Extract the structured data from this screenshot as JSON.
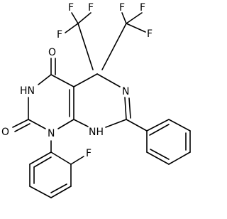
{
  "structure": {
    "atoms": {
      "F_a": "F",
      "F_b": "F",
      "F_c": "F",
      "F_d": "F",
      "F_e": "F",
      "F_f": "F",
      "O_top": "O",
      "HN_left": "HN",
      "N_right": "N",
      "O_left": "O",
      "N_mid": "N",
      "NH_mid": "NH",
      "F_bottom": "F"
    }
  }
}
